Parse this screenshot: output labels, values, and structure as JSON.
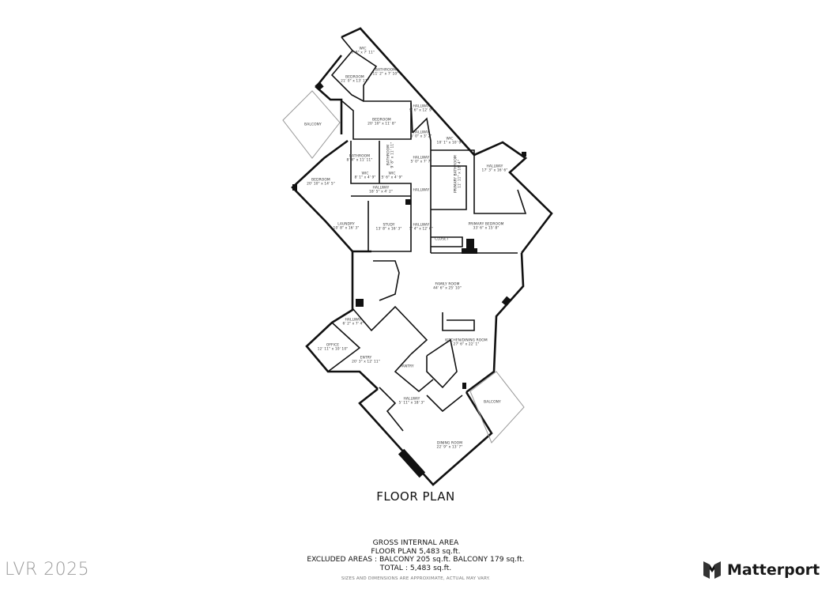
{
  "title": "FLOOR PLAN",
  "rooms": [
    {
      "name": "WIC",
      "dims": "6' 8\" x 7' 11\""
    },
    {
      "name": "BATHROOM",
      "dims": "11' 2\" x 7' 10\""
    },
    {
      "name": "BEDROOM",
      "dims": "21' 0\" x 13' 11\""
    },
    {
      "name": "BALCONY",
      "dims": ""
    },
    {
      "name": "BEDROOM",
      "dims": "20' 10\" x 11' 8\""
    },
    {
      "name": "HALLWAY",
      "dims": "9' 6\" x 12' 9\""
    },
    {
      "name": "HALLWAY",
      "dims": "5' 0\" x 3' 2\""
    },
    {
      "name": "WIC",
      "dims": "10' 1\" x 10' 9\""
    },
    {
      "name": "BATHROOM",
      "dims": "8' 4\" x 11' 11\""
    },
    {
      "name": "BATHROOM",
      "dims": "9' 8\" x 11' 11\""
    },
    {
      "name": "HALLWAY",
      "dims": "5' 0\" x 7' 7\""
    },
    {
      "name": "HALLWAY",
      "dims": "17' 3\" x 16' 6\""
    },
    {
      "name": "WIC",
      "dims": "8' 1\" x 4' 9\""
    },
    {
      "name": "WIC",
      "dims": "5' 6\" x 4' 9\""
    },
    {
      "name": "BEDROOM",
      "dims": "20' 10\" x 14' 5\""
    },
    {
      "name": "HALLWAY",
      "dims": "18' 5\" x 4' 2\""
    },
    {
      "name": "HALLWAY",
      "dims": ""
    },
    {
      "name": "PRIMARY BATHROOM",
      "dims": "11' 11\" x 18' 4\""
    },
    {
      "name": "LAUNDRY",
      "dims": "10' 8\" x 16' 3\""
    },
    {
      "name": "STUDY",
      "dims": "13' 8\" x 16' 3\""
    },
    {
      "name": "HALLWAY",
      "dims": "5' 4\" x 12' 6\""
    },
    {
      "name": "PRIMARY BEDROOM",
      "dims": "33' 6\" x 15' 8\""
    },
    {
      "name": "CLOSET",
      "dims": ""
    },
    {
      "name": "FAMILY ROOM",
      "dims": "44' 6\" x 25' 10\""
    },
    {
      "name": "HALLWAY",
      "dims": "6' 2\" x 7' 4\""
    },
    {
      "name": "KITCHEN/DINING ROOM",
      "dims": "27' 6\" x 22' 1\""
    },
    {
      "name": "OFFICE",
      "dims": "12' 11\" x 10' 10\""
    },
    {
      "name": "ENTRY",
      "dims": "20' 3\" x 12' 11\""
    },
    {
      "name": "PANTRY",
      "dims": ""
    },
    {
      "name": "HALLWAY",
      "dims": "5' 11\" x 18' 3\""
    },
    {
      "name": "BALCONY",
      "dims": ""
    },
    {
      "name": "DINING ROOM",
      "dims": "22' 9\" x 13' 7\""
    }
  ],
  "area": {
    "heading": "GROSS INTERNAL AREA",
    "floor_plan": "FLOOR PLAN 5,483 sq.ft.",
    "excluded": "EXCLUDED AREAS :  BALCONY 205 sq.ft.   BALCONY 179 sq.ft.",
    "total": "TOTAL :  5,483 sq.ft.",
    "note": "SIZES AND DIMENSIONS ARE APPROXIMATE, ACTUAL MAY VARY."
  },
  "watermark": "LVR 2025",
  "brand": {
    "name": "Matterport",
    "icon": "matterport-logo-icon"
  }
}
